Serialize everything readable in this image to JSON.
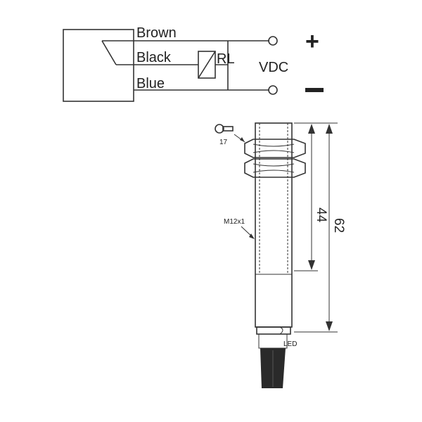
{
  "wiring": {
    "wire_brown": "Brown",
    "wire_black": "Black",
    "wire_blue": "Blue",
    "relay": "RL",
    "supply": "VDC",
    "plus": "+",
    "minus": "−"
  },
  "drawing": {
    "wrench_size": "17",
    "thread": "M12x1",
    "dim_thread_length": "44",
    "dim_total_length": "62",
    "led": "LED"
  },
  "colors": {
    "line": "#333333",
    "body_fill": "#f4f4f4",
    "cable": "#2a2a2a"
  }
}
